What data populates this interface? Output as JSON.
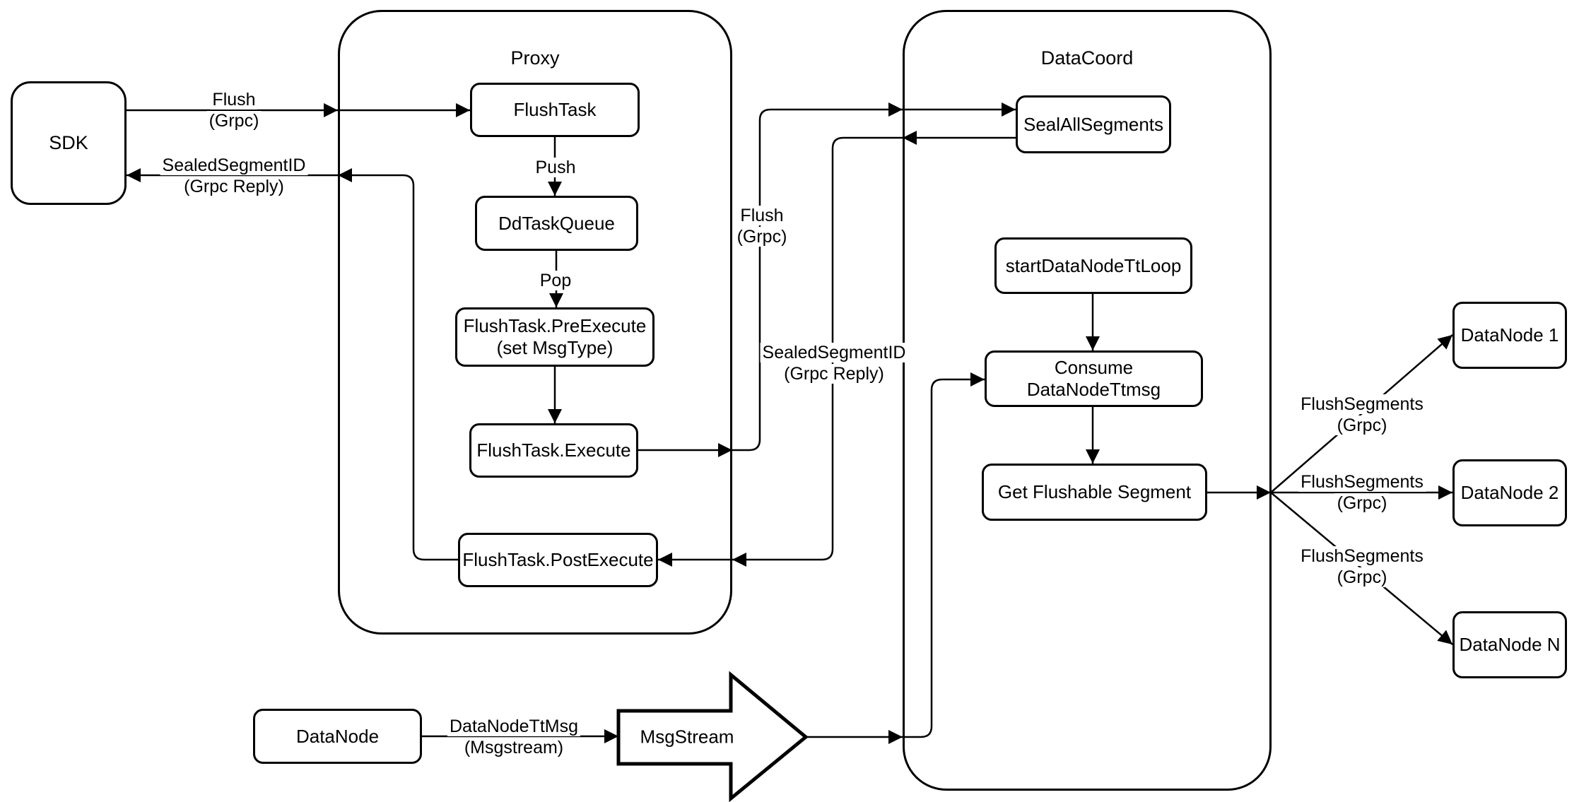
{
  "diagram": {
    "colors": {
      "line": "#000000",
      "background": "#ffffff"
    },
    "containers": {
      "proxy": {
        "title": "Proxy"
      },
      "datacoord": {
        "title": "DataCoord"
      }
    },
    "nodes": {
      "sdk": {
        "label": "SDK"
      },
      "flush_task": {
        "label": "FlushTask"
      },
      "dd_task_queue": {
        "label": "DdTaskQueue"
      },
      "pre_execute": {
        "line1": "FlushTask.PreExecute",
        "line2": "(set MsgType)"
      },
      "execute": {
        "label": "FlushTask.Execute"
      },
      "post_execute": {
        "label": "FlushTask.PostExecute"
      },
      "seal_all_segments": {
        "label": "SealAllSegments"
      },
      "start_datanode_tt_loop": {
        "label": "startDataNodeTtLoop"
      },
      "consume_datanode_ttmsg": {
        "label": "Consume DataNodeTtmsg"
      },
      "get_flushable_segment": {
        "label": "Get Flushable Segment"
      },
      "datanode_1": {
        "label": "DataNode 1"
      },
      "datanode_2": {
        "label": "DataNode 2"
      },
      "datanode_n": {
        "label": "DataNode N"
      },
      "datanode_bottom": {
        "label": "DataNode"
      },
      "msgstream": {
        "label": "MsgStream"
      }
    },
    "edge_labels": {
      "flush_grpc": {
        "line1": "Flush",
        "line2": "(Grpc)"
      },
      "sealed_reply": {
        "line1": "SealedSegmentID",
        "line2": "(Grpc Reply)"
      },
      "push": {
        "label": "Push"
      },
      "pop": {
        "label": "Pop"
      },
      "flush_grpc_channel": {
        "line1": "Flush",
        "line2": "(Grpc)"
      },
      "sealed_reply_channel": {
        "line1": "SealedSegmentID",
        "line2": "(Grpc Reply)"
      },
      "flush_segments_1": {
        "line1": "FlushSegments",
        "line2": "(Grpc)"
      },
      "flush_segments_2": {
        "line1": "FlushSegments",
        "line2": "(Grpc)"
      },
      "flush_segments_n": {
        "line1": "FlushSegments",
        "line2": "(Grpc)"
      },
      "datanode_ttmsg": {
        "line1": "DataNodeTtMsg",
        "line2": "(Msgstream)"
      }
    }
  }
}
